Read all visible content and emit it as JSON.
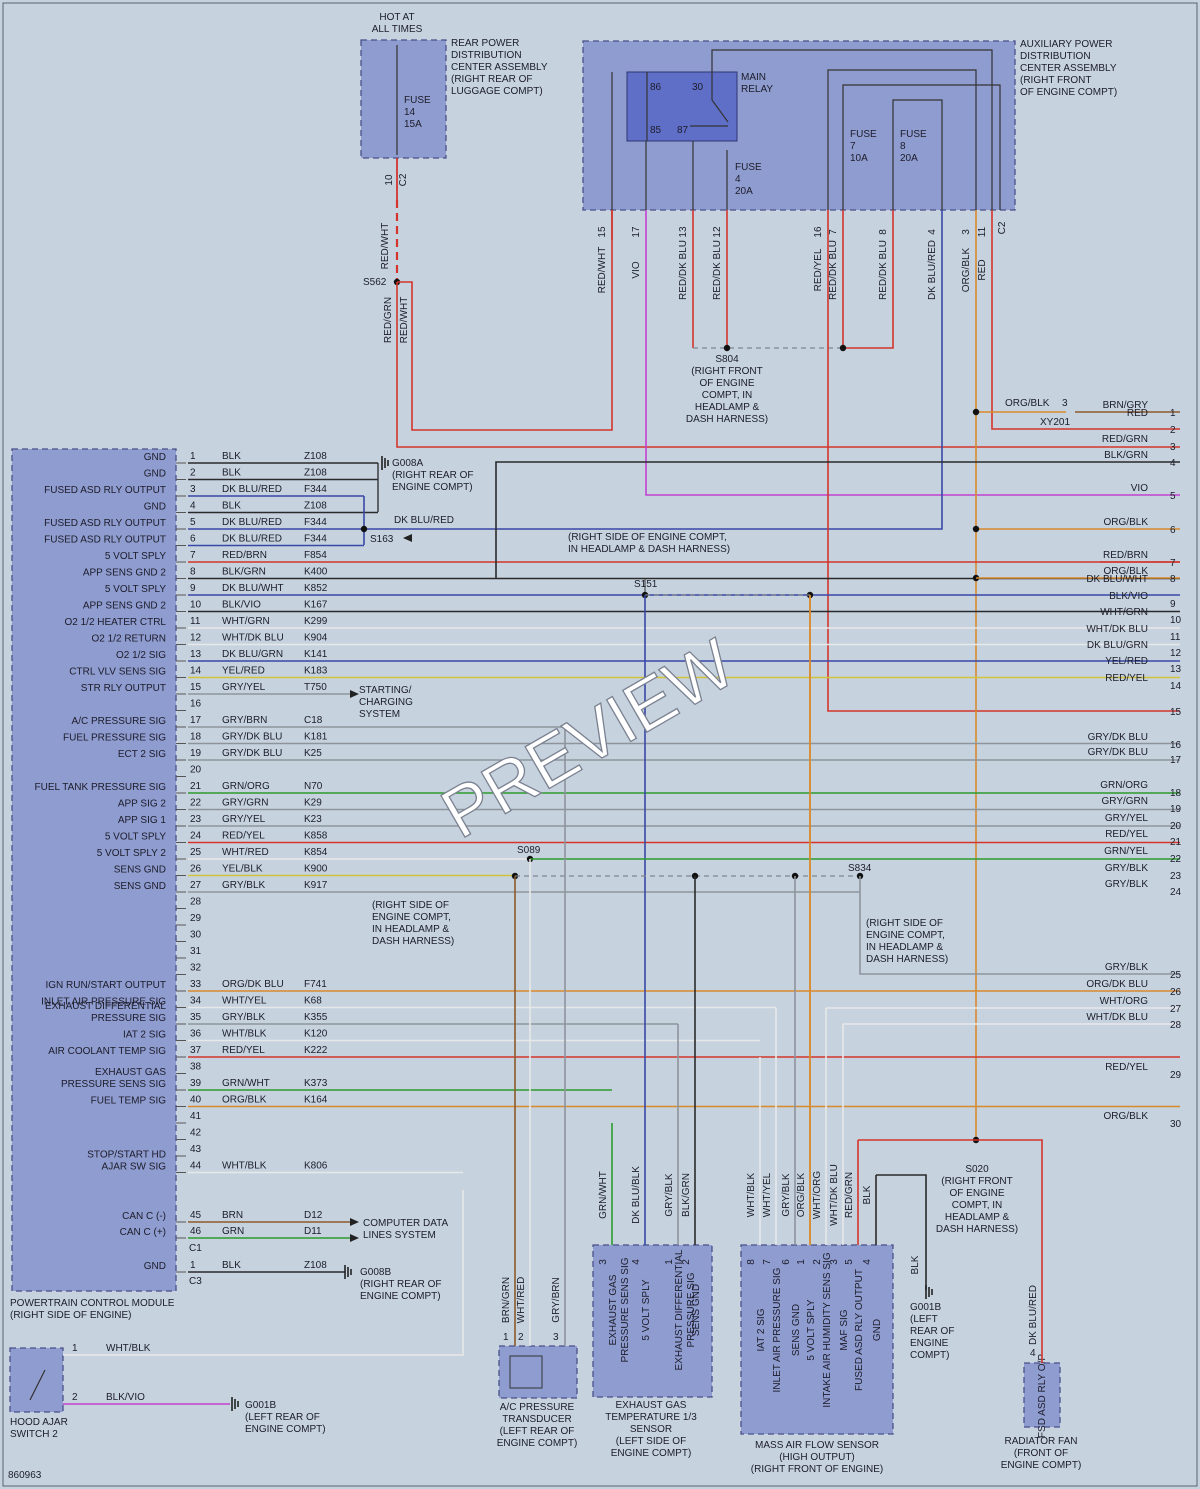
{
  "colors": {
    "background": "#c6d3df",
    "module_fill": "#8f9ccf",
    "relay_fill": "#5f6fc8",
    "wire_colors": {
      "BLK": "#2a2a2a",
      "GRN": "#2e9a2e",
      "BRN": "#8b5a2b",
      "RED": "#d4342c",
      "VIO": "#c341d1",
      "DK BLU": "#3848a8",
      "ORG": "#d88a2c",
      "WHT": "#e8e8e8",
      "YEL": "#d2c43a",
      "GRY": "#8e949c"
    }
  },
  "boxes": {
    "rear_pdc": {
      "title": "REAR POWER\nDISTRIBUTION\nCENTER ASSEMBLY\n(RIGHT REAR OF\nLUGGAGE COMPT)",
      "hot": "HOT AT\nALL TIMES",
      "fuse": "FUSE\n14\n15A",
      "pin": "10",
      "conn": "C2"
    },
    "aux_pdc": {
      "title": "AUXILIARY POWER\nDISTRIBUTION\nCENTER ASSEMBLY\n(RIGHT FRONT\nOF ENGINE COMPT)",
      "relay": "MAIN\nRELAY",
      "relay_pins": [
        "86",
        "30",
        "85",
        "87"
      ],
      "fuses": [
        "FUSE\n7\n10A",
        "FUSE\n8\n20A",
        "FUSE\n4\n20A"
      ],
      "conn": "C2"
    },
    "pcm": {
      "title": "POWERTRAIN CONTROL MODULE\n(RIGHT SIDE OF ENGINE)",
      "c1": "C1",
      "c3": "C3"
    },
    "hood": {
      "title": "HOOD AJAR\nSWITCH 2"
    },
    "acp": {
      "title": "A/C PRESSURE\nTRANSDUCER\n(LEFT REAR OF\nENGINE COMPT)"
    },
    "egt": {
      "title": "EXHAUST GAS\nTEMPERATURE 1/3\nSENSOR\n(LEFT SIDE OF\nENGINE COMPT)"
    },
    "maf": {
      "title": "MASS AIR FLOW SENSOR\n(HIGH OUTPUT)\n(RIGHT FRONT OF ENGINE)"
    },
    "rad": {
      "title": "RADIATOR FAN\n(FRONT OF\nENGINE COMPT)",
      "pin_label": "FSD ASD\nRLY O/P",
      "pin": "4"
    }
  },
  "aux_top_wires": [
    {
      "pin": "15",
      "label": "RED/WHT"
    },
    {
      "pin": "17",
      "label": "VIO"
    },
    {
      "pin": "13",
      "label": "RED/DK BLU"
    },
    {
      "pin": "12",
      "label": "RED/DK BLU"
    },
    {
      "pin": "16",
      "label": "RED/YEL"
    },
    {
      "pin": "7",
      "label": "RED/DK BLU"
    },
    {
      "pin": "8",
      "label": "RED/DK BLU"
    },
    {
      "pin": "4",
      "label": "DK BLU/RED"
    },
    {
      "pin": "3",
      "label": "ORG/BLK"
    },
    {
      "pin": "11",
      "label": "RED"
    }
  ],
  "rear_wire": "RED/WHT",
  "s562_wires": [
    "RED/GRN",
    "RED/WHT"
  ],
  "splices": {
    "s562": "S562",
    "s804": "S804\n(RIGHT FRONT\nOF ENGINE\nCOMPT, IN\nHEADLAMP &\nDASH HARNESS)",
    "g008a": "G008A\n(RIGHT REAR OF\nENGINE COMPT)",
    "s163": "S163",
    "s163_note": "(RIGHT SIDE OF ENGINE COMPT,\nIN HEADLAMP & DASH HARNESS)",
    "s163_wire": "DK BLU/RED",
    "s151": "S151",
    "s089": "S089",
    "s834": "S834",
    "s089_note": "(RIGHT SIDE OF\nENGINE COMPT,\nIN HEADLAMP &\nDASH HARNESS)",
    "s834_note": "(RIGHT SIDE OF\nENGINE COMPT,\nIN HEADLAMP &\nDASH HARNESS)",
    "s020": "S020\n(RIGHT FRONT\nOF ENGINE\nCOMPT, IN\nHEADLAMP &\nDASH HARNESS)",
    "g008b": "G008B\n(RIGHT REAR OF\nENGINE COMPT)",
    "g001b_left": "G001B\n(LEFT REAR OF\nENGINE COMPT)",
    "g001b_maf": "G001B\n(LEFT\nREAR OF\nENGINE\nCOMPT)",
    "xy201": "XY201",
    "xy201_pin": "3"
  },
  "system_refs": {
    "starting": "STARTING/\nCHARGING\nSYSTEM",
    "data": "COMPUTER DATA\nLINES SYSTEM"
  },
  "pcm_pins": [
    {
      "pin": "1",
      "sig": "GND",
      "color": "BLK",
      "circuit": "Z108"
    },
    {
      "pin": "2",
      "sig": "GND",
      "color": "BLK",
      "circuit": "Z108"
    },
    {
      "pin": "3",
      "sig": "FUSED ASD RLY OUTPUT",
      "color": "DK BLU/RED",
      "circuit": "F344"
    },
    {
      "pin": "4",
      "sig": "GND",
      "color": "BLK",
      "circuit": "Z108"
    },
    {
      "pin": "5",
      "sig": "FUSED ASD RLY OUTPUT",
      "color": "DK BLU/RED",
      "circuit": "F344"
    },
    {
      "pin": "6",
      "sig": "FUSED ASD RLY OUTPUT",
      "color": "DK BLU/RED",
      "circuit": "F344"
    },
    {
      "pin": "7",
      "sig": "5 VOLT SPLY",
      "color": "RED/BRN",
      "circuit": "F854"
    },
    {
      "pin": "8",
      "sig": "APP SENS GND 2",
      "color": "BLK/GRN",
      "circuit": "K400"
    },
    {
      "pin": "9",
      "sig": "5 VOLT SPLY",
      "color": "DK BLU/WHT",
      "circuit": "K852"
    },
    {
      "pin": "10",
      "sig": "APP SENS GND 2",
      "color": "BLK/VIO",
      "circuit": "K167"
    },
    {
      "pin": "11",
      "sig": "O2 1/2 HEATER CTRL",
      "color": "WHT/GRN",
      "circuit": "K299"
    },
    {
      "pin": "12",
      "sig": "O2 1/2 RETURN",
      "color": "WHT/DK BLU",
      "circuit": "K904"
    },
    {
      "pin": "13",
      "sig": "O2 1/2 SIG",
      "color": "DK BLU/GRN",
      "circuit": "K141"
    },
    {
      "pin": "14",
      "sig": "CTRL VLV SENS SIG",
      "color": "YEL/RED",
      "circuit": "K183"
    },
    {
      "pin": "15",
      "sig": "STR RLY OUTPUT",
      "color": "GRY/YEL",
      "circuit": "T750"
    },
    {
      "pin": "16",
      "sig": "",
      "color": "",
      "circuit": ""
    },
    {
      "pin": "17",
      "sig": "A/C PRESSURE SIG",
      "color": "GRY/BRN",
      "circuit": "C18"
    },
    {
      "pin": "18",
      "sig": "FUEL PRESSURE SIG",
      "color": "GRY/DK BLU",
      "circuit": "K181"
    },
    {
      "pin": "19",
      "sig": "ECT 2 SIG",
      "color": "GRY/DK BLU",
      "circuit": "K25"
    },
    {
      "pin": "20",
      "sig": "",
      "color": "",
      "circuit": ""
    },
    {
      "pin": "21",
      "sig": "FUEL TANK PRESSURE SIG",
      "color": "GRN/ORG",
      "circuit": "N70"
    },
    {
      "pin": "22",
      "sig": "APP SIG 2",
      "color": "GRY/GRN",
      "circuit": "K29"
    },
    {
      "pin": "23",
      "sig": "APP SIG 1",
      "color": "GRY/YEL",
      "circuit": "K23"
    },
    {
      "pin": "24",
      "sig": "5 VOLT SPLY",
      "color": "RED/YEL",
      "circuit": "K858"
    },
    {
      "pin": "25",
      "sig": "5 VOLT SPLY 2",
      "color": "WHT/RED",
      "circuit": "K854"
    },
    {
      "pin": "26",
      "sig": "SENS GND",
      "color": "YEL/BLK",
      "circuit": "K900"
    },
    {
      "pin": "27",
      "sig": "SENS GND",
      "color": "GRY/BLK",
      "circuit": "K917"
    },
    {
      "pin": "28",
      "sig": "",
      "color": "",
      "circuit": ""
    },
    {
      "pin": "29",
      "sig": "",
      "color": "",
      "circuit": ""
    },
    {
      "pin": "30",
      "sig": "",
      "color": "",
      "circuit": ""
    },
    {
      "pin": "31",
      "sig": "",
      "color": "",
      "circuit": ""
    },
    {
      "pin": "32",
      "sig": "",
      "color": "",
      "circuit": ""
    },
    {
      "pin": "33",
      "sig": "IGN RUN/START OUTPUT",
      "color": "ORG/DK BLU",
      "circuit": "F741"
    },
    {
      "pin": "34",
      "sig": "INLET AIR PRESSURE SIG",
      "color": "WHT/YEL",
      "circuit": "K68"
    },
    {
      "pin": "35",
      "sig": "EXHAUST DIFFERENTIAL\nPRESSURE SIG",
      "color": "GRY/BLK",
      "circuit": "K355"
    },
    {
      "pin": "36",
      "sig": "IAT 2 SIG",
      "color": "WHT/BLK",
      "circuit": "K120"
    },
    {
      "pin": "37",
      "sig": "AIR COOLANT TEMP SIG",
      "color": "RED/YEL",
      "circuit": "K222"
    },
    {
      "pin": "38",
      "sig": "",
      "color": "",
      "circuit": ""
    },
    {
      "pin": "39",
      "sig": "EXHAUST GAS\nPRESSURE SENS SIG",
      "color": "GRN/WHT",
      "circuit": "K373"
    },
    {
      "pin": "40",
      "sig": "FUEL TEMP SIG",
      "color": "ORG/BLK",
      "circuit": "K164"
    },
    {
      "pin": "41",
      "sig": "",
      "color": "",
      "circuit": ""
    },
    {
      "pin": "42",
      "sig": "",
      "color": "",
      "circuit": ""
    },
    {
      "pin": "43",
      "sig": "",
      "color": "",
      "circuit": ""
    },
    {
      "pin": "44",
      "sig": "STOP/START HD\nAJAR SW SIG",
      "color": "WHT/BLK",
      "circuit": "K806"
    },
    {
      "pin": "45",
      "sig": "CAN C (-)",
      "color": "BRN",
      "circuit": "D12"
    },
    {
      "pin": "46",
      "sig": "CAN C (+)",
      "color": "GRN",
      "circuit": "D11"
    },
    {
      "pin": "1",
      "sig": "GND",
      "color": "BLK",
      "circuit": "Z108"
    }
  ],
  "right_wires": [
    {
      "n": "1",
      "label": "BRN/GRY"
    },
    {
      "n": "",
      "label": "RED"
    },
    {
      "n": "2",
      "label": ""
    },
    {
      "n": "3",
      "label": "RED/GRN"
    },
    {
      "n": "4",
      "label": "BLK/GRN"
    },
    {
      "n": "5",
      "label": "VIO"
    },
    {
      "n": "6",
      "label": "ORG/BLK"
    },
    {
      "n": "7",
      "label": "RED/BRN"
    },
    {
      "n": "8",
      "label": "ORG/BLK"
    },
    {
      "n": "",
      "label": "DK BLU/WHT"
    },
    {
      "n": "9",
      "label": "BLK/VIO"
    },
    {
      "n": "10",
      "label": "WHT/GRN"
    },
    {
      "n": "11",
      "label": "WHT/DK BLU"
    },
    {
      "n": "12",
      "label": "DK BLU/GRN"
    },
    {
      "n": "13",
      "label": "YEL/RED"
    },
    {
      "n": "14",
      "label": "RED/YEL"
    },
    {
      "n": "15",
      "label": ""
    },
    {
      "n": "16",
      "label": "GRY/DK BLU"
    },
    {
      "n": "17",
      "label": "GRY/DK BLU"
    },
    {
      "n": "18",
      "label": "GRN/ORG"
    },
    {
      "n": "19",
      "label": "GRY/GRN"
    },
    {
      "n": "20",
      "label": "GRY/YEL"
    },
    {
      "n": "21",
      "label": "RED/YEL"
    },
    {
      "n": "22",
      "label": "GRN/YEL"
    },
    {
      "n": "23",
      "label": "GRY/BLK"
    },
    {
      "n": "24",
      "label": "GRY/BLK"
    },
    {
      "n": "25",
      "label": "GRY/BLK"
    },
    {
      "n": "26",
      "label": "ORG/DK BLU"
    },
    {
      "n": "27",
      "label": "WHT/ORG"
    },
    {
      "n": "28",
      "label": "WHT/DK BLU"
    },
    {
      "n": "29",
      "label": "RED/YEL"
    },
    {
      "n": "30",
      "label": "ORG/BLK"
    }
  ],
  "right_orgblk_label": "ORG/BLK",
  "acp_wires": [
    {
      "pin": "1",
      "label": "BRN/GRN"
    },
    {
      "pin": "2",
      "label": "WHT/RED"
    },
    {
      "pin": "3",
      "label": "GRY/BRN"
    }
  ],
  "egt_wires": [
    {
      "pin": "3",
      "label": "GRN/WHT",
      "sig": "EXHAUST GAS\nPRESSURE SENS SIG"
    },
    {
      "pin": "4",
      "label": "DK BLU/BLK",
      "sig": "5 VOLT SPLY"
    },
    {
      "pin": "1",
      "label": "GRY/BLK",
      "sig": "EXHAUST DIFFERENTIAL\nPRESSURE SIG"
    },
    {
      "pin": "2",
      "label": "BLK/GRN",
      "sig": "SENS GND"
    }
  ],
  "maf_wires": [
    {
      "pin": "8",
      "label": "WHT/BLK",
      "sig": "IAT 2 SIG"
    },
    {
      "pin": "7",
      "label": "WHT/YEL",
      "sig": "INLET AIR PRESSURE SIG"
    },
    {
      "pin": "6",
      "label": "GRY/BLK",
      "sig": "SENS GND"
    },
    {
      "pin": "1",
      "label": "ORG/BLK",
      "sig": "5 VOLT SPLY"
    },
    {
      "pin": "2",
      "label": "WHT/ORG",
      "sig": "INTAKE AIR HUMIDITY SENS SIG"
    },
    {
      "pin": "3",
      "label": "WHT/DK BLU",
      "sig": "MAF SIG"
    },
    {
      "pin": "5",
      "label": "RED/GRN",
      "sig": "FUSED ASD RLY OUTPUT"
    },
    {
      "pin": "4",
      "label": "BLK",
      "sig": "GND"
    }
  ],
  "maf_gnd_wire": "BLK",
  "rad_wire": "DK BLU/RED",
  "hood_wires": [
    {
      "pin": "1",
      "label": "WHT/BLK"
    },
    {
      "pin": "2",
      "label": "BLK/VIO"
    }
  ],
  "figure_id": "860963",
  "watermark": "PREVIEW"
}
